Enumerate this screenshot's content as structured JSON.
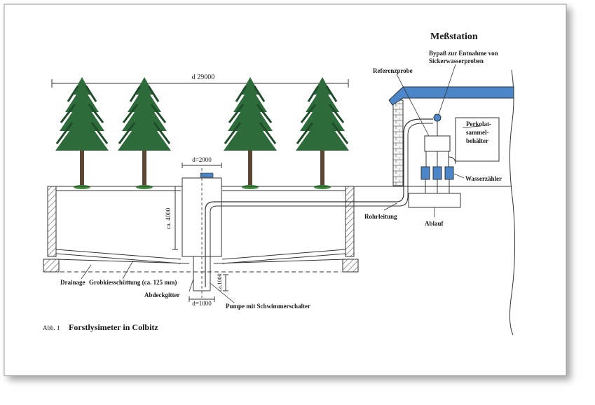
{
  "diagram": {
    "station_title": "Meßstation",
    "bypass_label_line1": "Bypaß zur Entnahme von",
    "bypass_label_line2": "Sickerwasserproben",
    "referenzprobe": "Referenzprobe",
    "perkolat_line1": "Perkolat-",
    "perkolat_line2": "sammel-",
    "perkolat_line3": "behälter",
    "wasserzaehler": "Wasserzähler",
    "rohrleitung": "Rohrleitung",
    "ablauf": "Ablauf",
    "dim_width": "d 29000",
    "dim_shaft": "d=2000",
    "dim_depth": "ca. 4000",
    "dim_sump_depth": "ca.1000",
    "dim_sump_width": "d=1000",
    "drainage": "Drainage",
    "grobkies": "Grobkiesschüttung (ca. 125 mm)",
    "abdeckgitter": "Abdeckgitter",
    "pumpe": "Pumpe mit Schwimmerschalter",
    "fig_num": "Abb. 1",
    "fig_title": "Forstlysimeter in Colbitz"
  },
  "colors": {
    "roof": "#4a86c8",
    "meter": "#4a86c8",
    "tree_green": "#2e6b3a",
    "tree_trunk": "#5a4632",
    "line": "#3c3c3c"
  }
}
